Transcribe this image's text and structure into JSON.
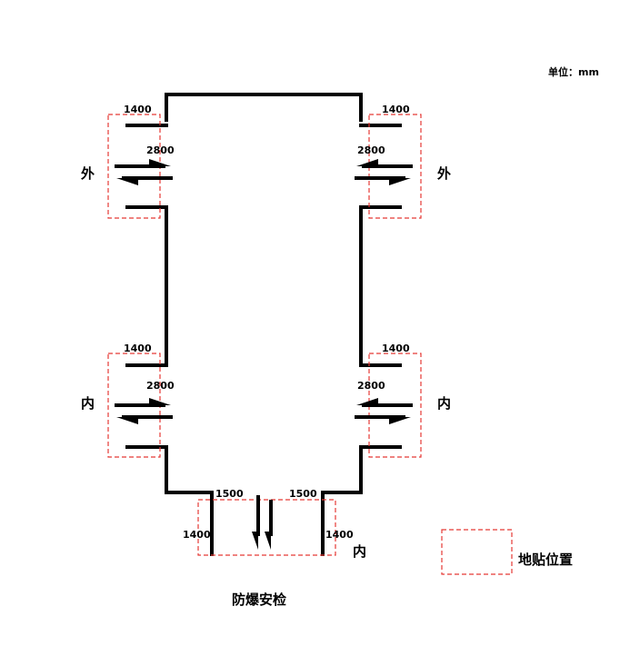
{
  "unit_label": "单位：mm",
  "title": "防爆安检",
  "legend_label": "地贴位置",
  "colors": {
    "wall": "#000000",
    "decal_box": "#e53935"
  },
  "directions": {
    "outer": "外",
    "inner": "内",
    "exit": "内"
  },
  "dimensions": {
    "top_left_width": "1400",
    "top_left_length": "2800",
    "top_right_width": "1400",
    "top_right_length": "2800",
    "mid_left_width": "1400",
    "mid_left_length": "2800",
    "mid_right_width": "1400",
    "mid_right_length": "2800",
    "bottom_left_width": "1500",
    "bottom_right_width": "1500",
    "bottom_left_length": "1400",
    "bottom_right_length": "1400"
  }
}
